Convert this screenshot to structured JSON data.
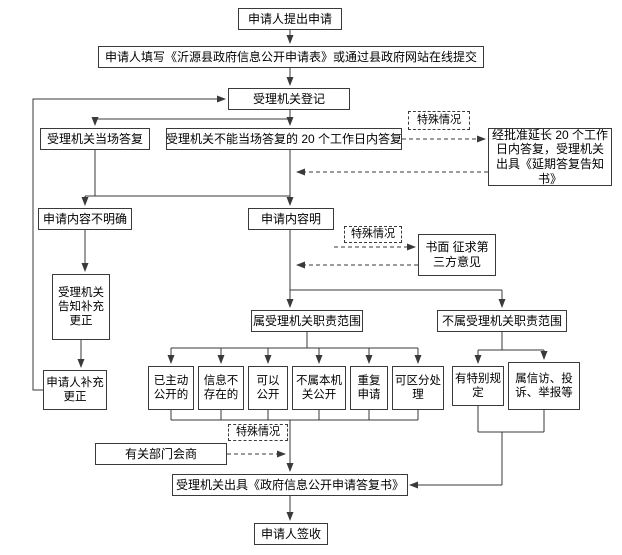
{
  "flowchart": {
    "nodes": {
      "start": {
        "label": "申请人提出申请"
      },
      "fill_form": {
        "label": "申请人填写《沂源县政府信息公开申请表》或通过县政府网站在线提交"
      },
      "register": {
        "label": "受理机关登记"
      },
      "onspot_reply": {
        "label": "受理机关当场答复"
      },
      "within_20": {
        "label": "受理机关不能当场答复的 20 个工作日内答复"
      },
      "special_case_1": {
        "label": "特殊情况"
      },
      "extend_reply": {
        "label": "经批准延长 20 个工作日内答复，受理机关出具《延期答复告知书》"
      },
      "content_unclear": {
        "label": "申请内容不明确"
      },
      "content_clear": {
        "label": "申请内容明"
      },
      "special_case_2": {
        "label": "特殊情况"
      },
      "third_party": {
        "label": "书面 征求第三方意见"
      },
      "notify_supplement": {
        "label": "受理机关告知补充更正"
      },
      "in_scope": {
        "label": "属受理机关职责范围"
      },
      "out_scope": {
        "label": "不属受理机关职责范围"
      },
      "applicant_supplement": {
        "label": "申请人补充更正"
      },
      "already_public": {
        "label": "已主动公开的"
      },
      "not_exist": {
        "label": "信息不存在的"
      },
      "can_public": {
        "label": "可以公开"
      },
      "not_this_org": {
        "label": "不属本机关公开"
      },
      "repeat_apply": {
        "label": "重复申请"
      },
      "separable": {
        "label": "可区分处理"
      },
      "special_rule": {
        "label": "有特别规定"
      },
      "petition": {
        "label": "属信访、投诉、举报等"
      },
      "special_case_3": {
        "label": "特殊情况"
      },
      "consult": {
        "label": "有关部门会商"
      },
      "reply_doc": {
        "label": "受理机关出具《政府信息公开申请答复书》"
      },
      "sign": {
        "label": "申请人签收"
      }
    },
    "colors": {
      "border": "#3a3a3a",
      "line": "#3a3a3a",
      "background": "#ffffff",
      "text": "#000000"
    }
  }
}
